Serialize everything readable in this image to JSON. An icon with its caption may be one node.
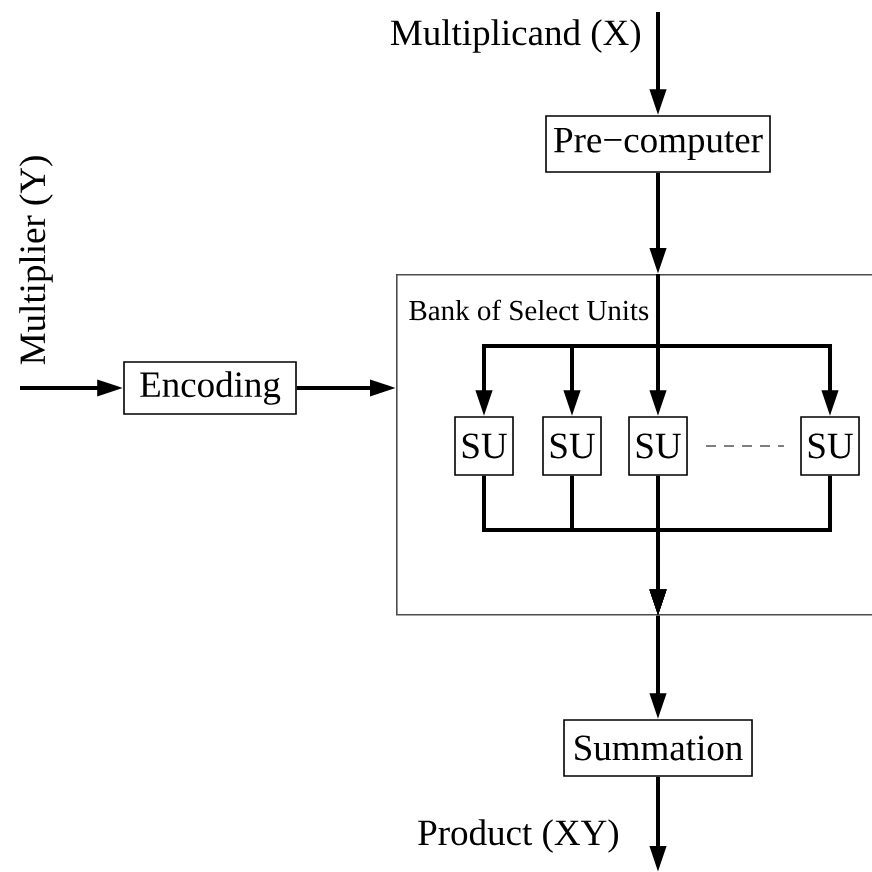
{
  "diagram": {
    "nodes": [
      {
        "text": [
          "Pre−computer"
        ]
      },
      {
        "text": [
          "Encoding"
        ]
      },
      {
        "text": [
          "Bank of Select Units"
        ]
      },
      {
        "text": [
          "SU"
        ],
        "in": 2
      },
      {
        "text": [
          "SU"
        ],
        "in": 2
      },
      {
        "text": [
          "SU"
        ],
        "in": 2
      },
      {
        "text": [
          "SU"
        ],
        "in": 2
      },
      {
        "text": [
          "Summation"
        ]
      }
    ],
    "edges": [
      {
        "from": null,
        "to": 0,
        "arrow": "to"
      },
      {
        "from": 0,
        "to": 2,
        "arrow": "to"
      },
      {
        "from": 2,
        "to": 3,
        "arrow": "to"
      },
      {
        "from": 2,
        "to": 4,
        "arrow": "to"
      },
      {
        "from": 2,
        "to": 5,
        "arrow": "to"
      },
      {
        "from": 2,
        "to": 6,
        "arrow": "to"
      },
      {
        "from": 3,
        "to": 2,
        "arrow": "to"
      },
      {
        "from": 4,
        "to": 2,
        "arrow": "to"
      },
      {
        "from": 5,
        "to": 2,
        "arrow": "to"
      },
      {
        "from": 6,
        "to": 2,
        "arrow": "to"
      },
      {
        "from": 2,
        "to": 7,
        "arrow": "to"
      },
      {
        "from": 7,
        "to": null,
        "arrow": "to"
      },
      {
        "from": null,
        "to": 1,
        "arrow": "to"
      },
      {
        "from": 1,
        "to": 2,
        "arrow": "to"
      }
    ],
    "labels": [
      "Multiplicand (X)",
      "Multiplier (Y)",
      "Product (XY)"
    ]
  }
}
